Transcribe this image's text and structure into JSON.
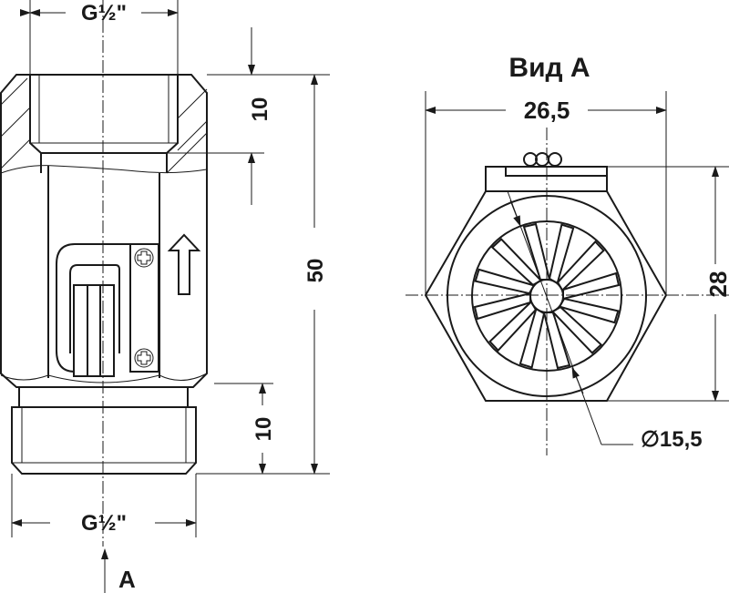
{
  "side_view": {
    "thread_top": "G½\"",
    "thread_bottom": "G½\"",
    "dim_top_thread_depth": "10",
    "dim_total_length": "50",
    "dim_bottom_thread_length": "10",
    "view_marker": "A"
  },
  "front_view": {
    "title": "Вид A",
    "dim_width": "26,5",
    "dim_height": "28",
    "dim_diameter": "∅15,5"
  }
}
